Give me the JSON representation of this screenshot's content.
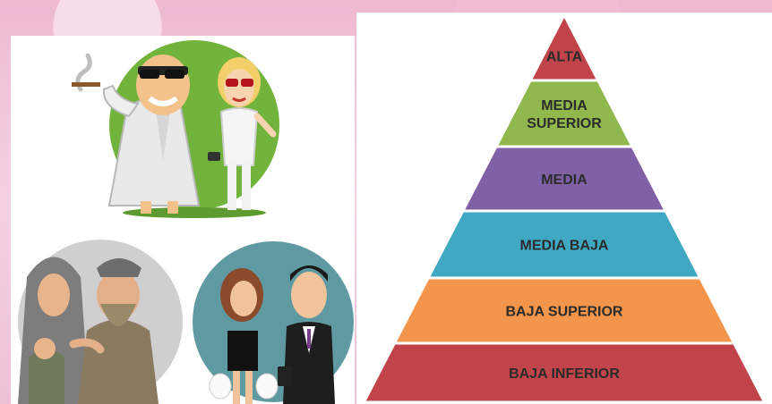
{
  "pyramid": {
    "tiers": [
      {
        "label_lines": [
          "ALTA"
        ],
        "color": "#c1444b"
      },
      {
        "label_lines": [
          "MEDIA",
          "SUPERIOR"
        ],
        "color": "#90b84d"
      },
      {
        "label_lines": [
          "MEDIA"
        ],
        "color": "#8061a6"
      },
      {
        "label_lines": [
          "MEDIA BAJA"
        ],
        "color": "#3fa9c4"
      },
      {
        "label_lines": [
          "BAJA SUPERIOR"
        ],
        "color": "#f3954a"
      },
      {
        "label_lines": [
          "BAJA INFERIOR"
        ],
        "color": "#c1444b"
      }
    ]
  },
  "illustrations": [
    {
      "name": "rich-couple",
      "circle_color": "#72b33c"
    },
    {
      "name": "poor-couple",
      "circle_color": "#c9c9c9"
    },
    {
      "name": "middle-class-couple",
      "circle_color": "#5f9aa3"
    }
  ]
}
